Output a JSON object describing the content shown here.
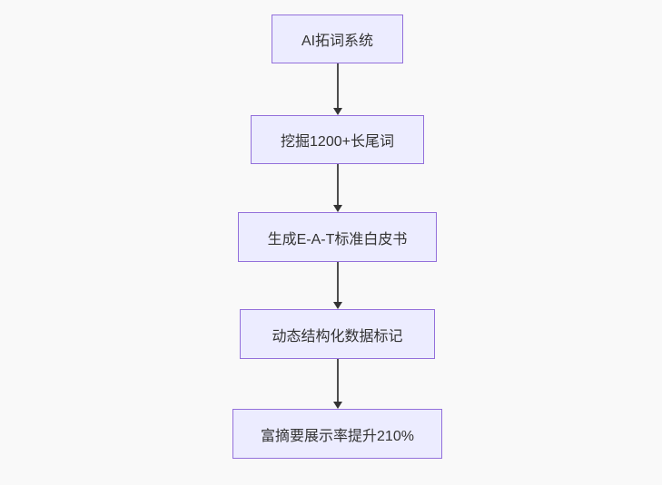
{
  "diagram": {
    "type": "flowchart",
    "direction": "top-down",
    "nodes": [
      {
        "id": "step-1",
        "label": "AI拓词系统"
      },
      {
        "id": "step-2",
        "label": "挖掘1200+长尾词"
      },
      {
        "id": "step-3",
        "label": "生成E-A-T标准白皮书"
      },
      {
        "id": "step-4",
        "label": "动态结构化数据标记"
      },
      {
        "id": "step-5",
        "label": "富摘要展示率提升210%"
      }
    ],
    "edges": [
      {
        "from": "step-1",
        "to": "step-2",
        "style": "arrow-down"
      },
      {
        "from": "step-2",
        "to": "step-3",
        "style": "arrow-down"
      },
      {
        "from": "step-3",
        "to": "step-4",
        "style": "arrow-down"
      },
      {
        "from": "step-4",
        "to": "step-5",
        "style": "arrow-down"
      }
    ],
    "colors": {
      "node_fill": "#ECECFF",
      "node_border": "#9370DB",
      "node_text": "#333333",
      "arrow": "#333333",
      "background": "#f9f9f9"
    }
  }
}
